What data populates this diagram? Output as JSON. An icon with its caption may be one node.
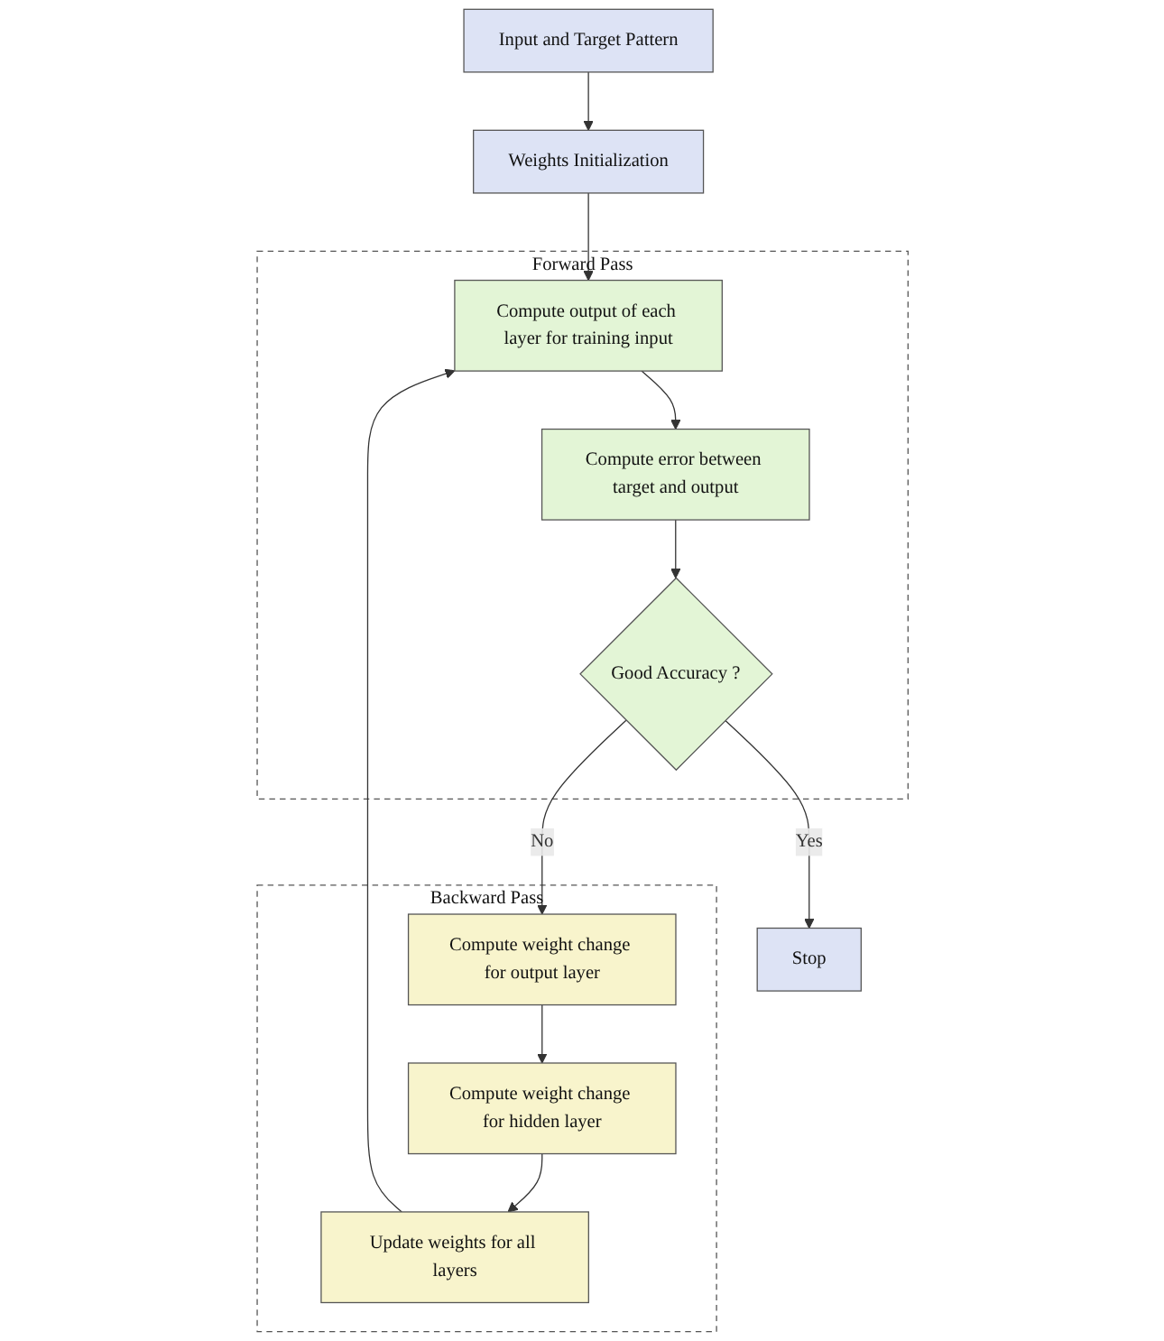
{
  "diagram": {
    "nodes": [
      {
        "text": [
          "Input and Target Pattern"
        ]
      },
      {
        "text": [
          "Weights Initialization"
        ]
      },
      {
        "text": [
          "Forward Pass"
        ]
      },
      {
        "text": [
          "Compute output of each layer for training input"
        ],
        "in": 2
      },
      {
        "text": [
          "Compute error between target and output"
        ],
        "in": 2
      },
      {
        "text": [
          "Good Accuracy ?"
        ],
        "in": 2
      },
      {
        "text": [
          "Backward Pass"
        ]
      },
      {
        "text": [
          "Update weights for all layers"
        ],
        "in": 6
      },
      {
        "text": [
          "Compute weight change for hidden layer"
        ],
        "in": 6
      },
      {
        "text": [
          "Compute weight change for output layer"
        ],
        "in": 6
      },
      {
        "text": [
          "Stop"
        ]
      }
    ],
    "edges": [
      {
        "from": 0,
        "to": 1,
        "arrow": "to"
      },
      {
        "from": 1,
        "to": 3,
        "arrow": "to"
      },
      {
        "from": 3,
        "to": 4,
        "arrow": "to"
      },
      {
        "from": 4,
        "to": 5,
        "arrow": "to"
      },
      {
        "from": 5,
        "to": 9,
        "arrow": "to",
        "label": "No"
      },
      {
        "from": 9,
        "to": 8,
        "arrow": "to"
      },
      {
        "from": 8,
        "to": 7,
        "arrow": "to"
      },
      {
        "from": 7,
        "to": 3,
        "arrow": "to"
      },
      {
        "from": 5,
        "to": 10,
        "arrow": "to",
        "label": "Yes"
      }
    ]
  }
}
